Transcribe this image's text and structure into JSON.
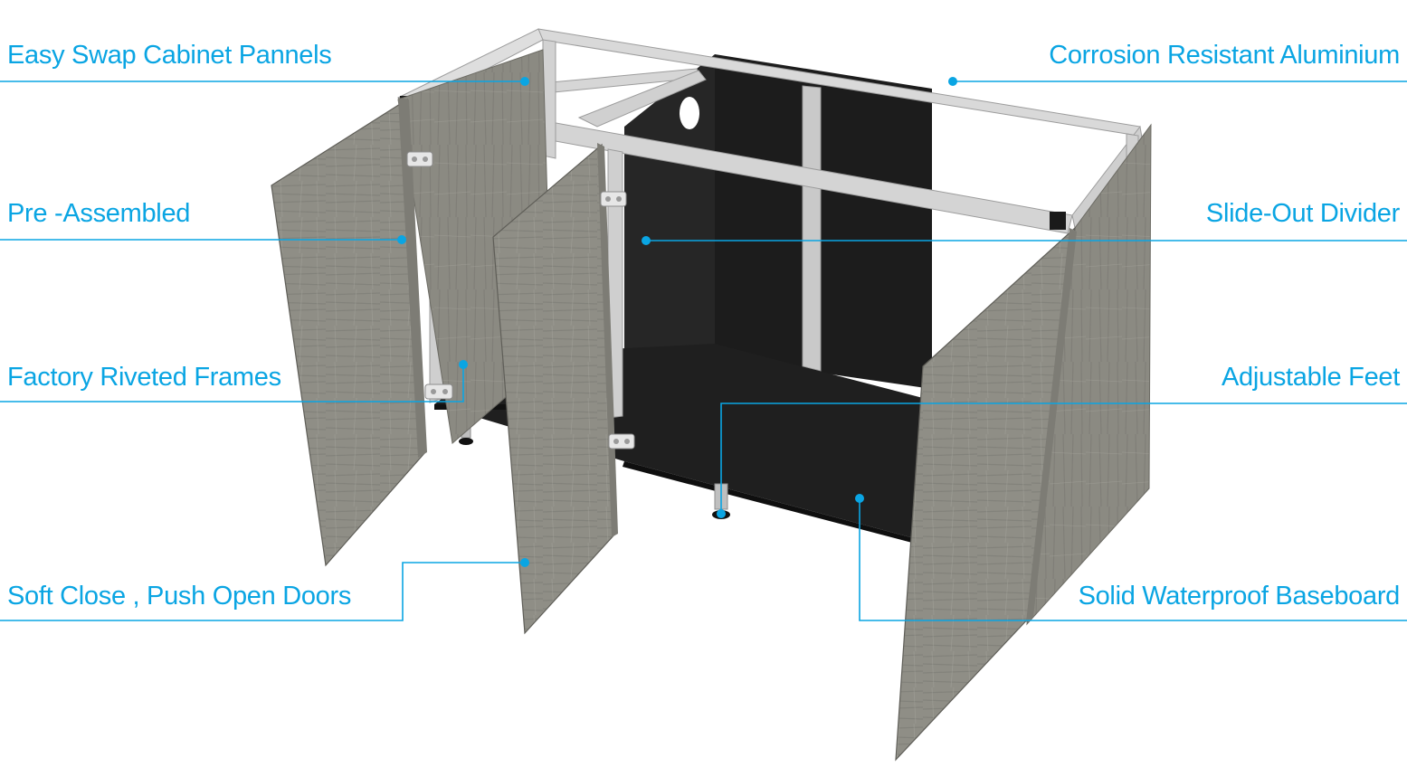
{
  "colors": {
    "accent": "#0aa5e3",
    "wood": "#8d8c84",
    "wood_light": "#a3a29a",
    "wood_dark": "#6e6d66",
    "frame": "#d8d8d8",
    "frame_shade": "#a9a9a9",
    "panel_black": "#242424",
    "panel_black_alt": "#1b1b1b"
  },
  "callouts": {
    "easy_swap": "Easy Swap Cabinet Pannels",
    "corrosion": "Corrosion Resistant Aluminium",
    "pre_assembled": "Pre -Assembled",
    "slide_out": "Slide-Out Divider",
    "factory_riveted": "Factory Riveted Frames",
    "adjustable_feet": "Adjustable Feet",
    "soft_close": "Soft Close , Push Open Doors",
    "baseboard": "Solid Waterproof Baseboard"
  }
}
